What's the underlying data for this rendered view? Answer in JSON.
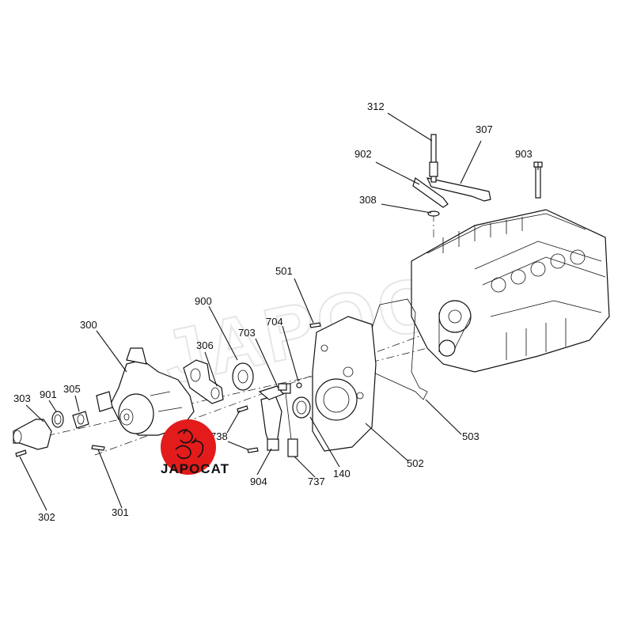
{
  "watermark": {
    "text": "JAPOCAT"
  },
  "logo": {
    "text": "JAPOCAT",
    "color": "#e31b1b"
  },
  "callouts": [
    {
      "id": "312",
      "label": "312"
    },
    {
      "id": "307",
      "label": "307"
    },
    {
      "id": "902",
      "label": "902"
    },
    {
      "id": "903",
      "label": "903"
    },
    {
      "id": "308",
      "label": "308"
    },
    {
      "id": "501",
      "label": "501"
    },
    {
      "id": "900",
      "label": "900"
    },
    {
      "id": "300",
      "label": "300"
    },
    {
      "id": "306",
      "label": "306"
    },
    {
      "id": "703",
      "label": "703"
    },
    {
      "id": "704",
      "label": "704"
    },
    {
      "id": "303",
      "label": "303"
    },
    {
      "id": "901",
      "label": "901"
    },
    {
      "id": "305",
      "label": "305"
    },
    {
      "id": "738",
      "label": "738"
    },
    {
      "id": "503",
      "label": "503"
    },
    {
      "id": "502",
      "label": "502"
    },
    {
      "id": "140",
      "label": "140"
    },
    {
      "id": "737",
      "label": "737"
    },
    {
      "id": "904",
      "label": "904"
    },
    {
      "id": "302",
      "label": "302"
    },
    {
      "id": "301",
      "label": "301"
    }
  ]
}
